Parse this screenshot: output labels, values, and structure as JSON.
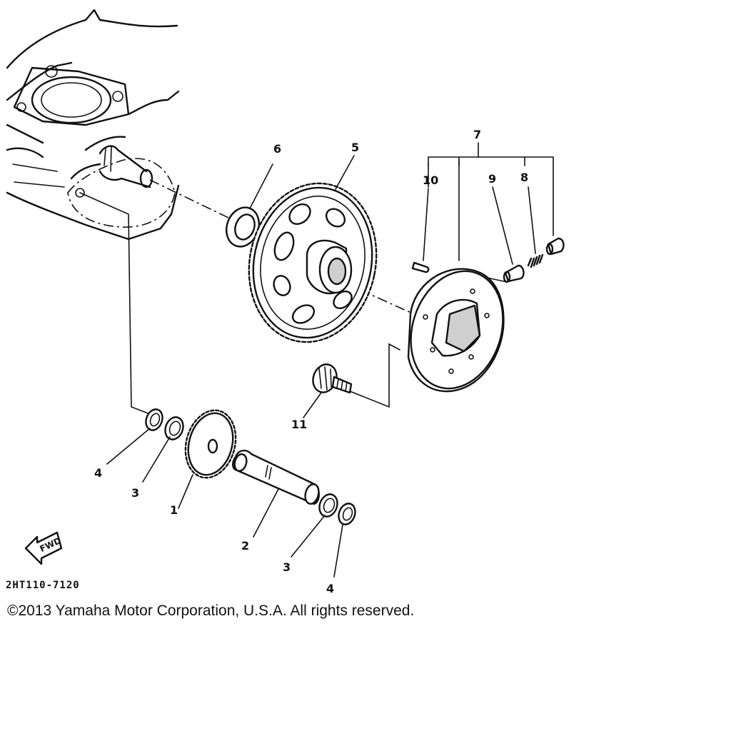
{
  "diagram": {
    "part_labels": [
      "1",
      "2",
      "3",
      "3",
      "4",
      "4",
      "5",
      "6",
      "7",
      "8",
      "9",
      "10",
      "11"
    ],
    "drawing_code": "2HT110-7120",
    "fwd_label": "FWD"
  },
  "footer": {
    "copyright": "©2013 Yamaha Motor Corporation, U.S.A. All rights reserved."
  }
}
